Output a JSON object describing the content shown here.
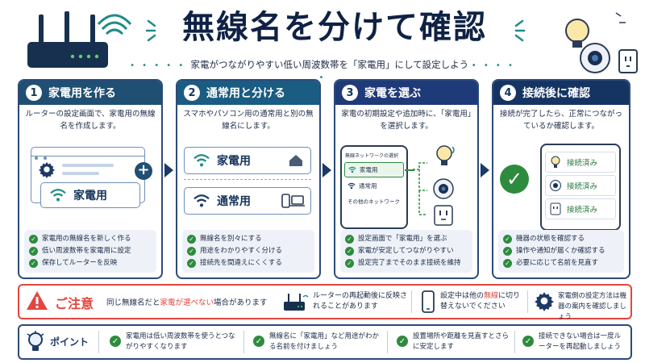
{
  "header": {
    "title": "無線名を分けて確認",
    "subtitle": "家電がつながりやすい低い周波数帯を「家電用」にして設定しよう"
  },
  "colors": {
    "step1": "#1f4f73",
    "step2": "#1a5c82",
    "step3": "#1f3a78",
    "step4": "#153462",
    "warn": "#e2463f",
    "check": "#2e8b3e",
    "navy": "#0f2245"
  },
  "steps": [
    {
      "num": "1",
      "title": "家電用を作る",
      "desc": "ルーターの設定画面で、家電用の無線名を作成します。",
      "wifi_label": "家電用",
      "checks": [
        "家電用の無線名を新しく作る",
        "低い周波数帯を家電用に設定",
        "保存してルーターを反映"
      ]
    },
    {
      "num": "2",
      "title": "通常用と分ける",
      "desc": "スマホやパソコン用の通常用と別の無線名にします。",
      "net_a": "家電用",
      "net_b": "通常用",
      "checks": [
        "無線名を別々にする",
        "用途をわかりやすく分ける",
        "接続先を間違えにくくする"
      ]
    },
    {
      "num": "3",
      "title": "家電を選ぶ",
      "desc": "家電の初期設定や追加時に、「家電用」を選択します。",
      "phone_header": "無線ネットワークの選択",
      "phone_items": [
        "家電用",
        "通常用",
        "その他のネットワーク"
      ],
      "checks": [
        "設定画面で「家電用」を選ぶ",
        "家電が安定してつながりやすい",
        "設定完了までそのまま接続を維持"
      ]
    },
    {
      "num": "4",
      "title": "接続後に確認",
      "desc": "接続が完了したら、正常につながっているか確認します。",
      "status": [
        "接続済み",
        "接続済み",
        "接続済み"
      ],
      "checks": [
        "機器の状態を確認する",
        "操作や通知が届くか確認する",
        "必要に応じて名前を見直す"
      ]
    }
  ],
  "warning": {
    "label": "ご注意",
    "text_prefix": "同じ無線名だと",
    "text_highlight": "家電が選べない",
    "text_suffix": "場合があります",
    "note1": "ルーターの再起動後に反映されることがあります",
    "note2_a": "設定中は他の",
    "note2_highlight": "無線",
    "note2_b": "に切り替えないでください",
    "note3": "家電側の設定方法は機器の案内を確認しましょう"
  },
  "point": {
    "label": "ポイント",
    "tips": [
      "家電用は低い周波数帯を使うとつながりやすくなります",
      "無線名に「家電用」など用途がわかる名前を付けましょう",
      "設置場所や距離を見直すとさらに安定します",
      "接続できない場合は一度ルーターを再起動しましょう"
    ]
  }
}
